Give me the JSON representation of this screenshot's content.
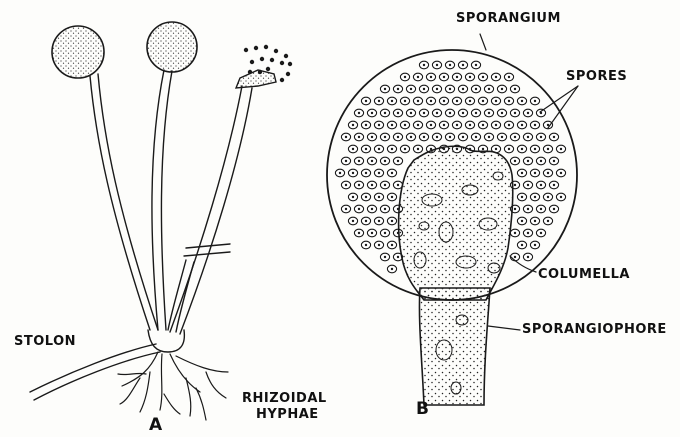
{
  "labels": {
    "sporangium": "SPORANGIUM",
    "spores": "SPORES",
    "columella": "COLUMELLA",
    "sporangiophore": "SPORANGIOPHORE",
    "stolon": "STOLON",
    "rhizoidal_line1": "RHIZOIDAL",
    "rhizoidal_line2": "HYPHAE",
    "panel_a": "A",
    "panel_b": "B"
  },
  "colors": {
    "ink": "#1a1a1a",
    "paper": "#fdfdfb"
  }
}
